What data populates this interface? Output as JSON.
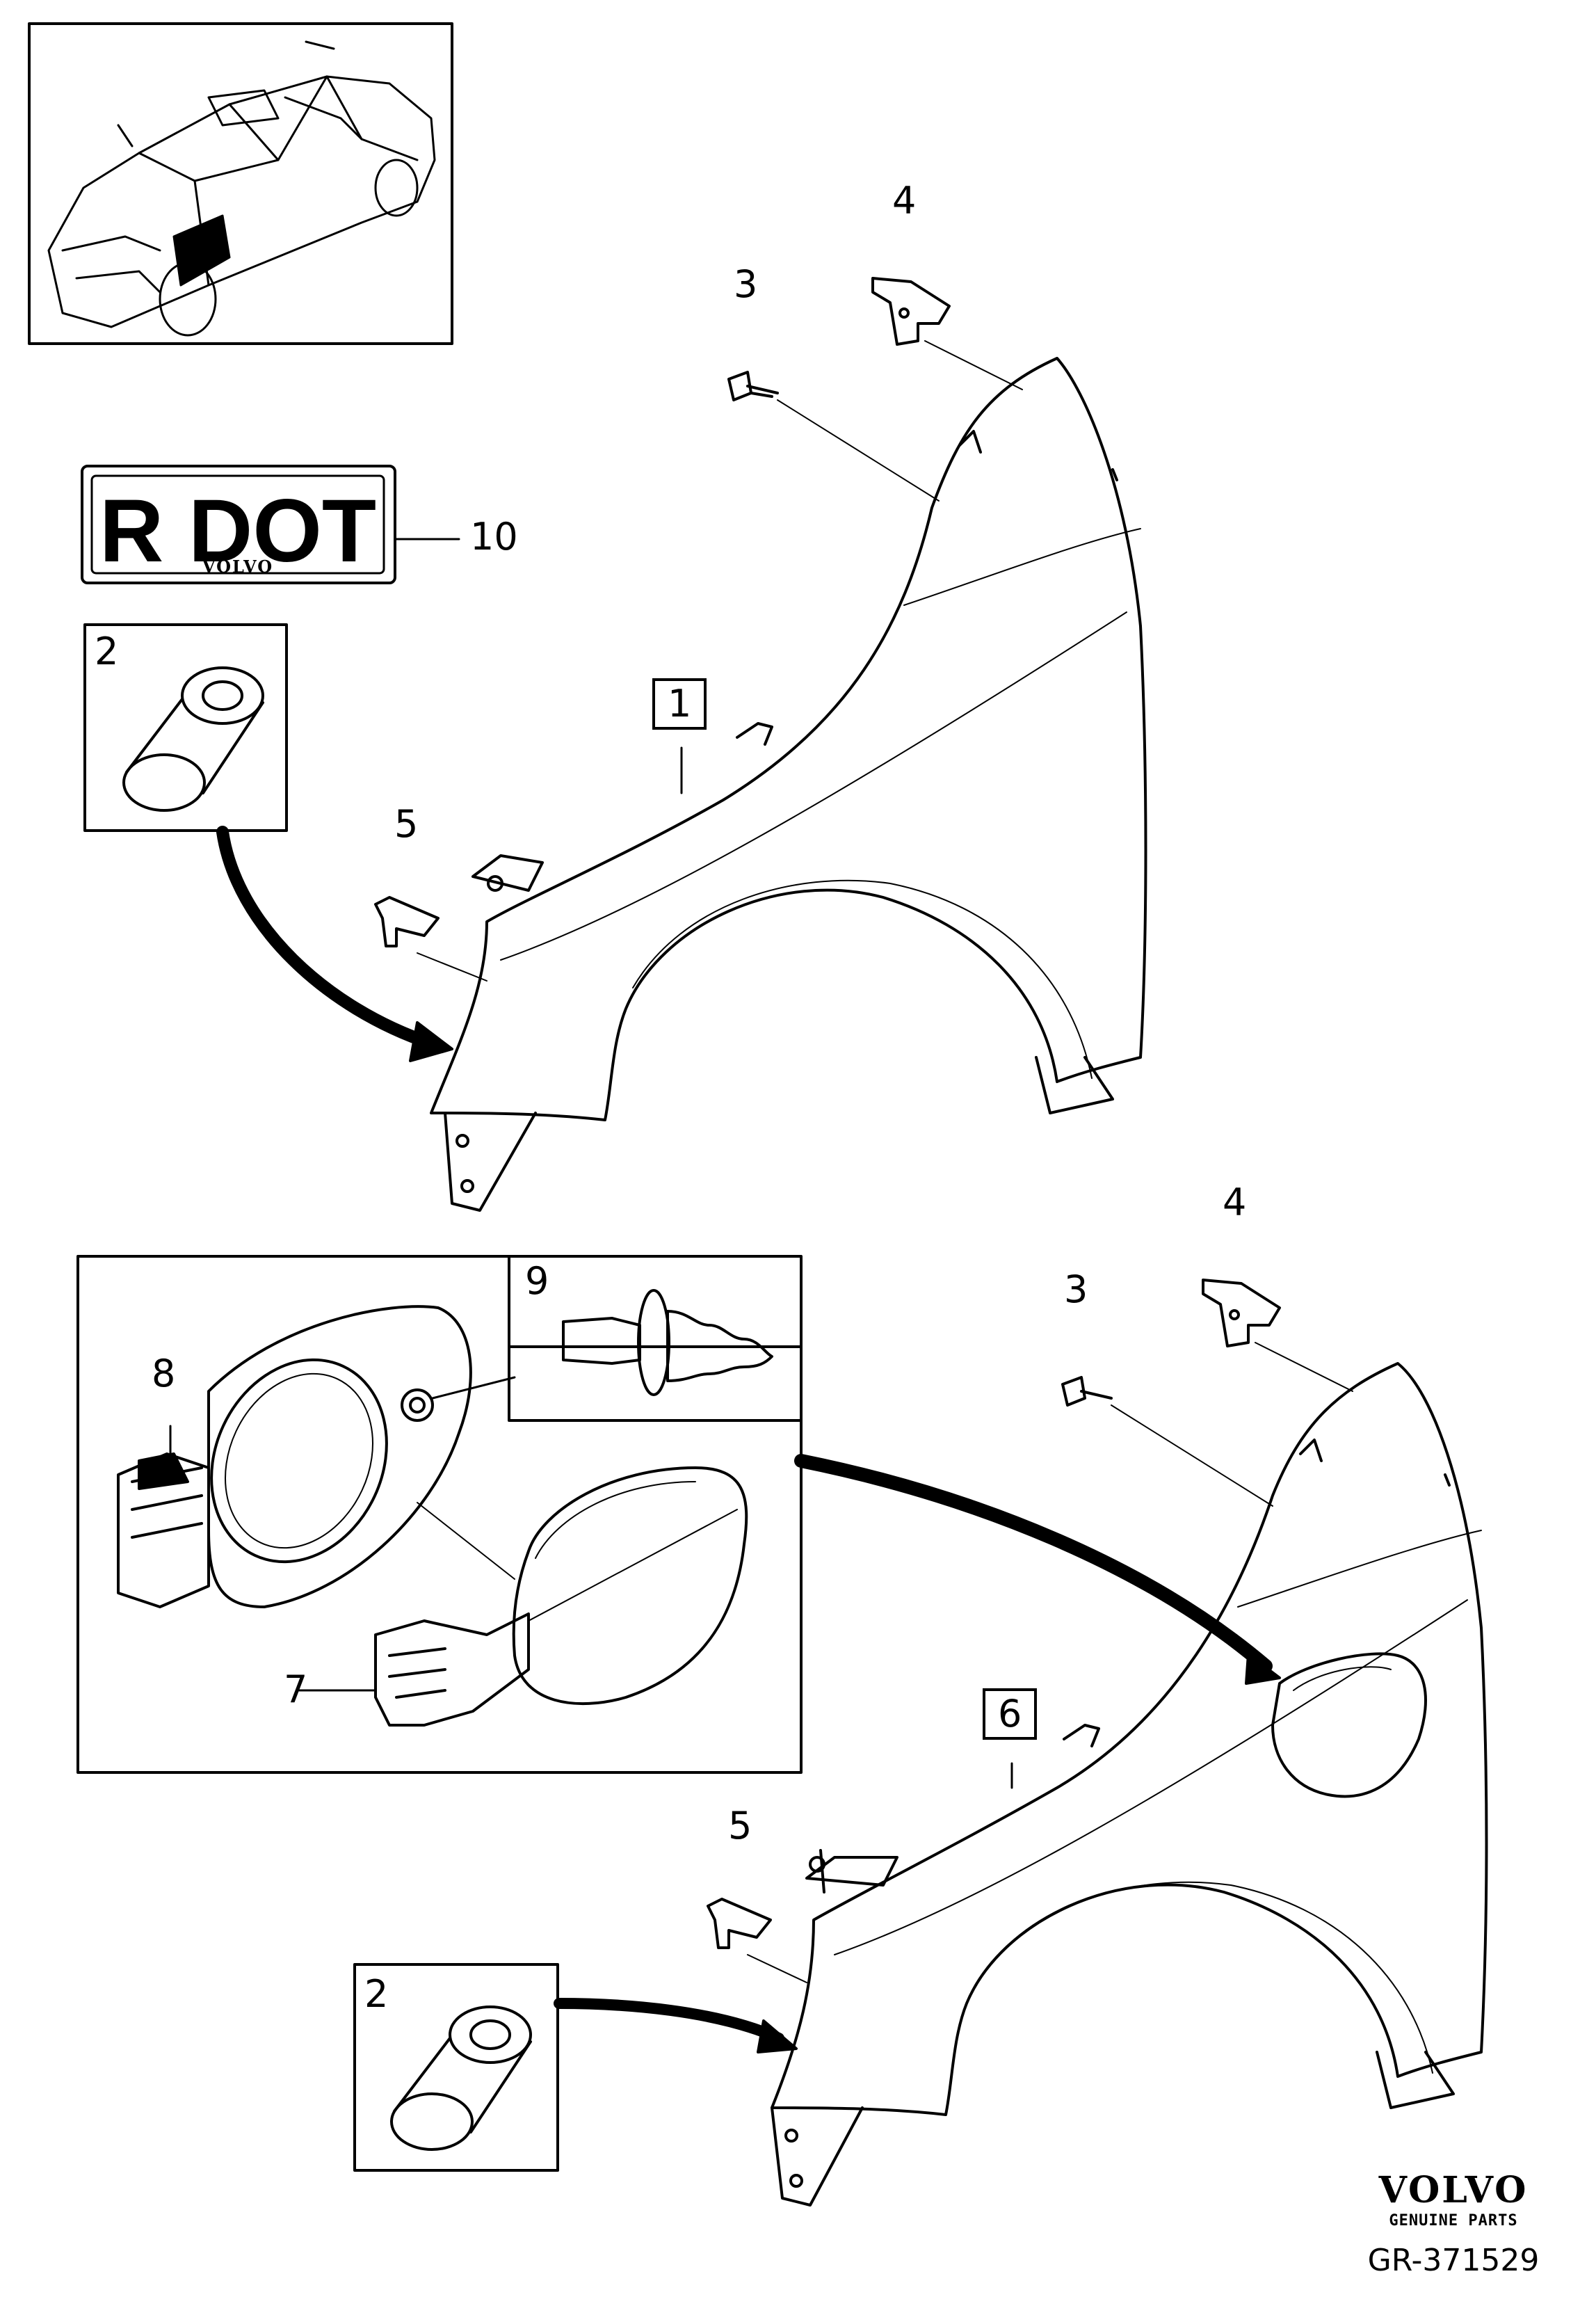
{
  "callouts": {
    "c1": "1",
    "c2_top": "2",
    "c3_top": "3",
    "c4_top": "4",
    "c5_top": "5",
    "c10": "10",
    "c9": "9",
    "c8": "8",
    "c7": "7",
    "c6": "6",
    "c3_bottom": "3",
    "c4_bottom": "4",
    "c5_bottom": "5",
    "c2_bottom": "2"
  },
  "label_plate": {
    "main_text": "R DOT",
    "brand_text": "VOLVO"
  },
  "brand": {
    "name": "VOLVO",
    "tagline": "GENUINE PARTS"
  },
  "figure_id": "GR-371529",
  "icons": [
    "car-overview-icon",
    "front-fender-icon",
    "bushing-icon",
    "bolt-icon",
    "bracket-icon",
    "clip-icon",
    "fuel-filler-housing-icon",
    "fuel-door-icon",
    "hinge-icon",
    "push-rivet-icon",
    "lock-actuator-icon"
  ],
  "colors": {
    "line": "#000000",
    "background": "#ffffff"
  }
}
